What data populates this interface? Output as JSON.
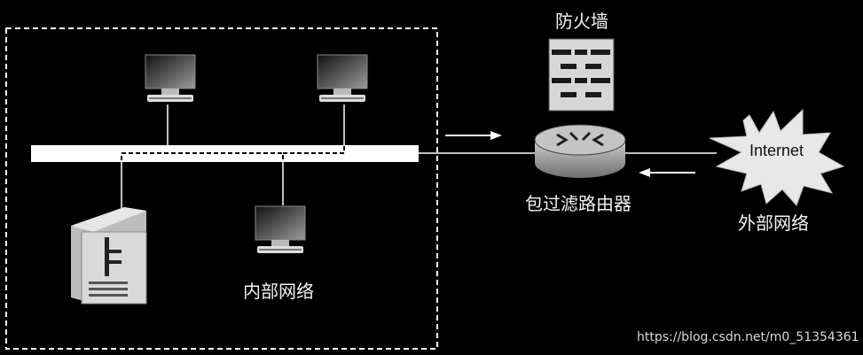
{
  "labels": {
    "firewall": "防火墙",
    "router": "包过滤路由器",
    "internal_network": "内部网络",
    "external_network": "外部网络",
    "internet": "Internet"
  },
  "watermark": "https://blog.csdn.net/m0_51354361",
  "icons": [
    "monitor-icon",
    "server-icon",
    "firewall-icon",
    "router-icon",
    "cloud-burst-icon",
    "arrow-right-icon",
    "arrow-left-icon"
  ]
}
